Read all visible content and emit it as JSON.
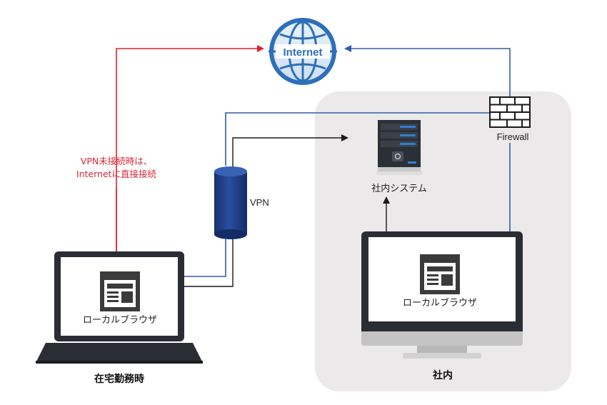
{
  "colors": {
    "internal_bg": "#ebe9e9",
    "red_line": "#e0202e",
    "blue_line": "#2f5fa8",
    "black_line": "#1a1a1a",
    "globe_blue": "#2d6fb8",
    "vpn_navy": "#1e3f8c",
    "label_red": "#d42a38"
  },
  "labels": {
    "internet": "Internet",
    "firewall": "Firewall",
    "vpn": "VPN",
    "server": "社内システム",
    "browser_home": "ローカルブラウザ",
    "browser_office": "ローカルブラウザ",
    "home": "在宅勤務時",
    "office": "社内",
    "note_line1": "VPN未接続時は、",
    "note_line2": "Internetに直接接続"
  },
  "icons": {
    "internet": "globe-icon",
    "firewall": "brick-wall-icon",
    "vpn": "cylinder-tunnel-icon",
    "server": "server-tower-icon",
    "laptop": "laptop-icon",
    "monitor": "desktop-monitor-icon",
    "browser": "browser-window-icon"
  }
}
